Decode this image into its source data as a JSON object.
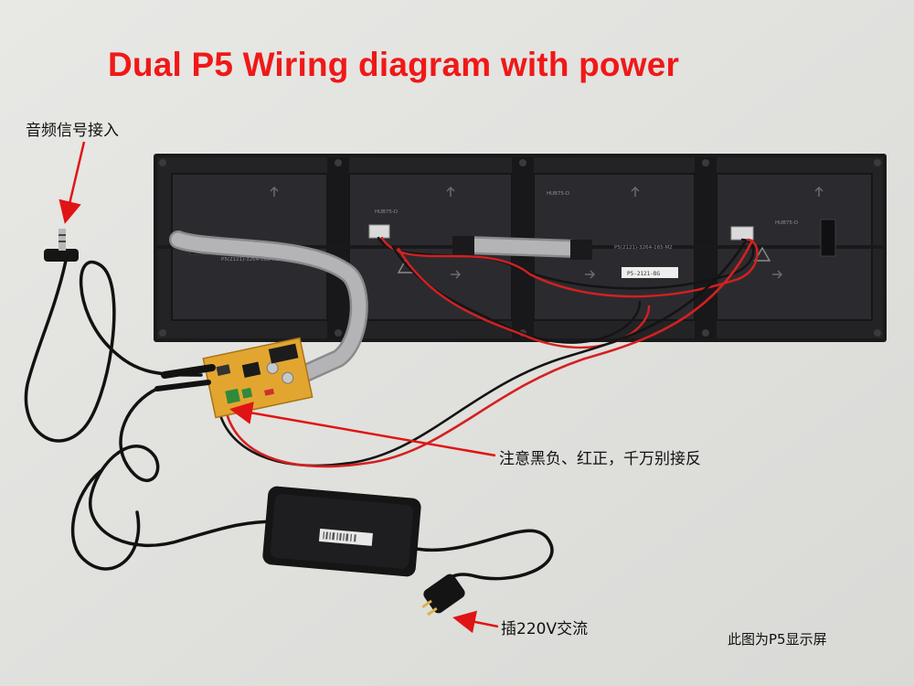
{
  "title": "Dual  P5 Wiring diagram with power",
  "annotations": {
    "audio_input": "音频信号接入",
    "polarity_warning": "注意黑负、红正，千万别接反",
    "mains_plug": "插220V交流",
    "caption": "此图为P5显示屏"
  },
  "panel_text": {
    "model_a": "P5(2121)-3264-165-M2",
    "model_b": "P5(2121)-3264-165-M2",
    "tag": "HUB75-D",
    "sticker": "P5-2121-BG"
  },
  "colors": {
    "title": "#f01818",
    "arrow": "#e01414",
    "background": "#e2e2df",
    "panel": "#1c1c1e",
    "board": "#e2a630",
    "wire_red": "#d42020",
    "wire_black": "#141414"
  }
}
